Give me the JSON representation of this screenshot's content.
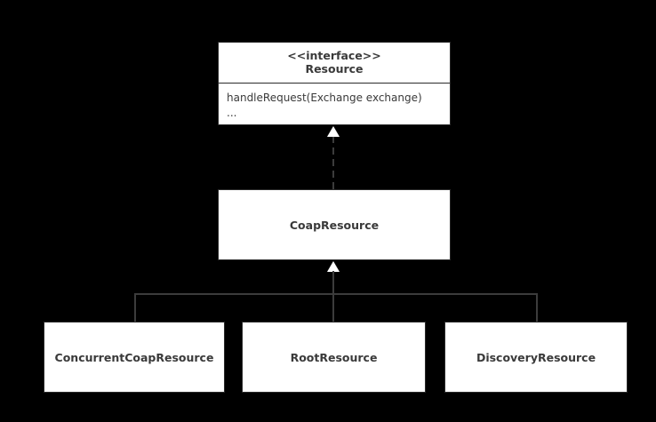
{
  "diagram": {
    "kind": "uml-class-diagram",
    "background_color": "#000000",
    "box_fill_color": "#ffffff",
    "box_border_color": "#2b2b2b",
    "text_color": "#3a3a3a",
    "connector_color": "#3c3c3c"
  },
  "classes": {
    "resource": {
      "stereotype": "<<interface>>",
      "name": "Resource",
      "members": [
        "handleRequest(Exchange exchange)",
        "..."
      ]
    },
    "coap_resource": {
      "name": "CoapResource"
    },
    "concurrent_coap_resource": {
      "name": "ConcurrentCoapResource"
    },
    "root_resource": {
      "name": "RootResource"
    },
    "discovery_resource": {
      "name": "DiscoveryResource"
    }
  },
  "relationships": [
    {
      "type": "realization",
      "line_style": "dashed",
      "arrowhead": "hollow-triangle",
      "from": "CoapResource",
      "to": "Resource"
    },
    {
      "type": "generalization",
      "line_style": "solid",
      "arrowhead": "hollow-triangle",
      "from": "ConcurrentCoapResource",
      "to": "CoapResource"
    },
    {
      "type": "generalization",
      "line_style": "solid",
      "arrowhead": "hollow-triangle",
      "from": "RootResource",
      "to": "CoapResource"
    },
    {
      "type": "generalization",
      "line_style": "solid",
      "arrowhead": "hollow-triangle",
      "from": "DiscoveryResource",
      "to": "CoapResource"
    }
  ]
}
